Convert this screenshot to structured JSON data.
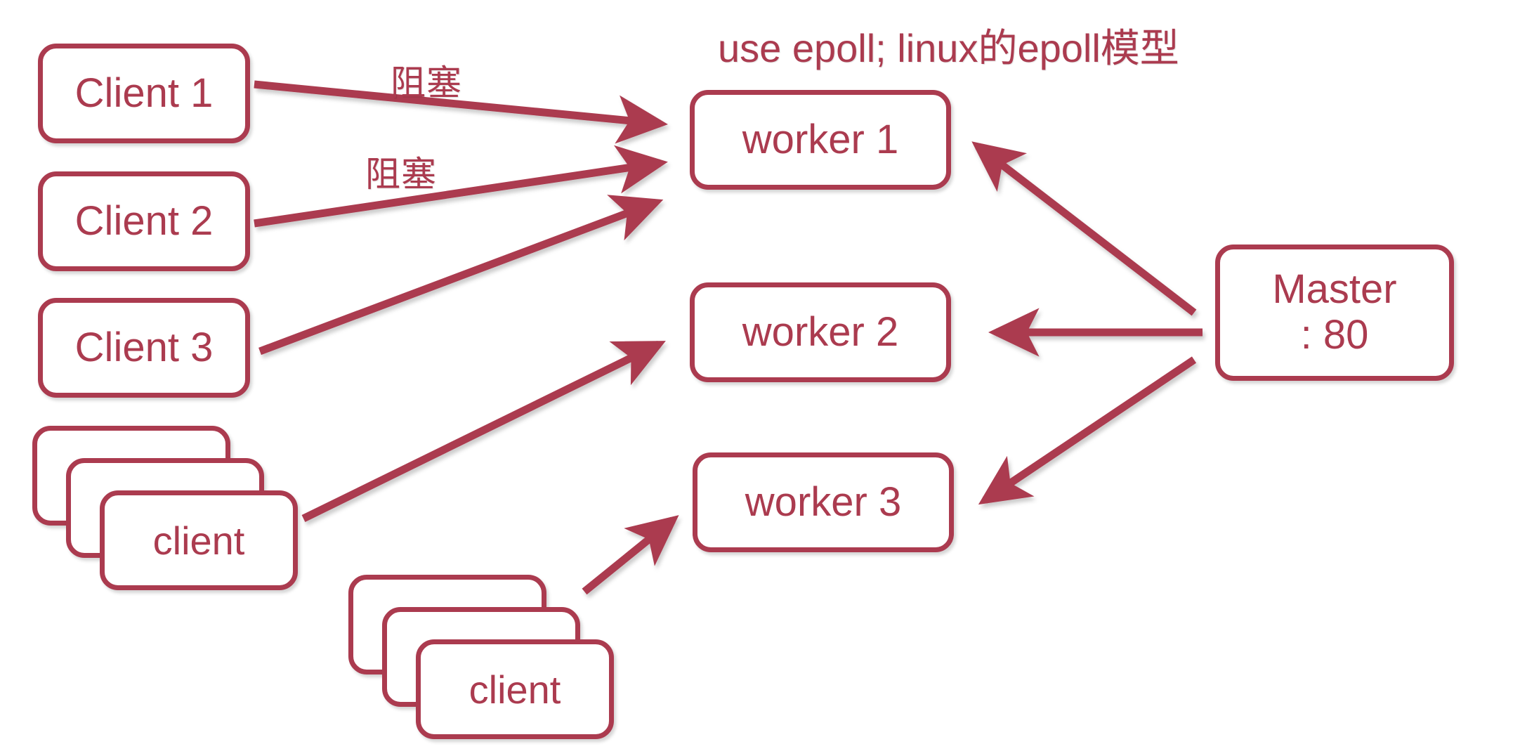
{
  "diagram": {
    "title": "use epoll; linux的epoll模型",
    "accent_color": "#ab3b4f",
    "background_color": "#ffffff",
    "clients": [
      {
        "id": "client-1",
        "label": "Client 1"
      },
      {
        "id": "client-2",
        "label": "Client 2"
      },
      {
        "id": "client-3",
        "label": "Client 3"
      }
    ],
    "client_stacks": [
      {
        "id": "client-stack-1",
        "label": "client",
        "count": 3
      },
      {
        "id": "client-stack-2",
        "label": "client",
        "count": 3
      }
    ],
    "workers": [
      {
        "id": "worker-1",
        "label": "worker 1"
      },
      {
        "id": "worker-2",
        "label": "worker 2"
      },
      {
        "id": "worker-3",
        "label": "worker 3"
      }
    ],
    "master": {
      "id": "master",
      "label": "Master\n: 80",
      "name": "Master",
      "port": ": 80"
    },
    "edge_labels": [
      {
        "id": "blocking-1",
        "label": "阻塞"
      },
      {
        "id": "blocking-2",
        "label": "阻塞"
      }
    ],
    "edges": [
      {
        "id": "edge-client1-worker1",
        "from": "client-1",
        "to": "worker-1",
        "label": "阻塞"
      },
      {
        "id": "edge-client2-worker1",
        "from": "client-2",
        "to": "worker-1",
        "label": "阻塞"
      },
      {
        "id": "edge-client3-worker1",
        "from": "client-3",
        "to": "worker-1",
        "label": ""
      },
      {
        "id": "edge-stack1-worker2",
        "from": "client-stack-1",
        "to": "worker-2",
        "label": ""
      },
      {
        "id": "edge-stack2-worker3",
        "from": "client-stack-2",
        "to": "worker-3",
        "label": ""
      },
      {
        "id": "edge-master-worker1",
        "from": "master",
        "to": "worker-1",
        "label": ""
      },
      {
        "id": "edge-master-worker2",
        "from": "master",
        "to": "worker-2",
        "label": ""
      },
      {
        "id": "edge-master-worker3",
        "from": "master",
        "to": "worker-3",
        "label": ""
      }
    ]
  }
}
